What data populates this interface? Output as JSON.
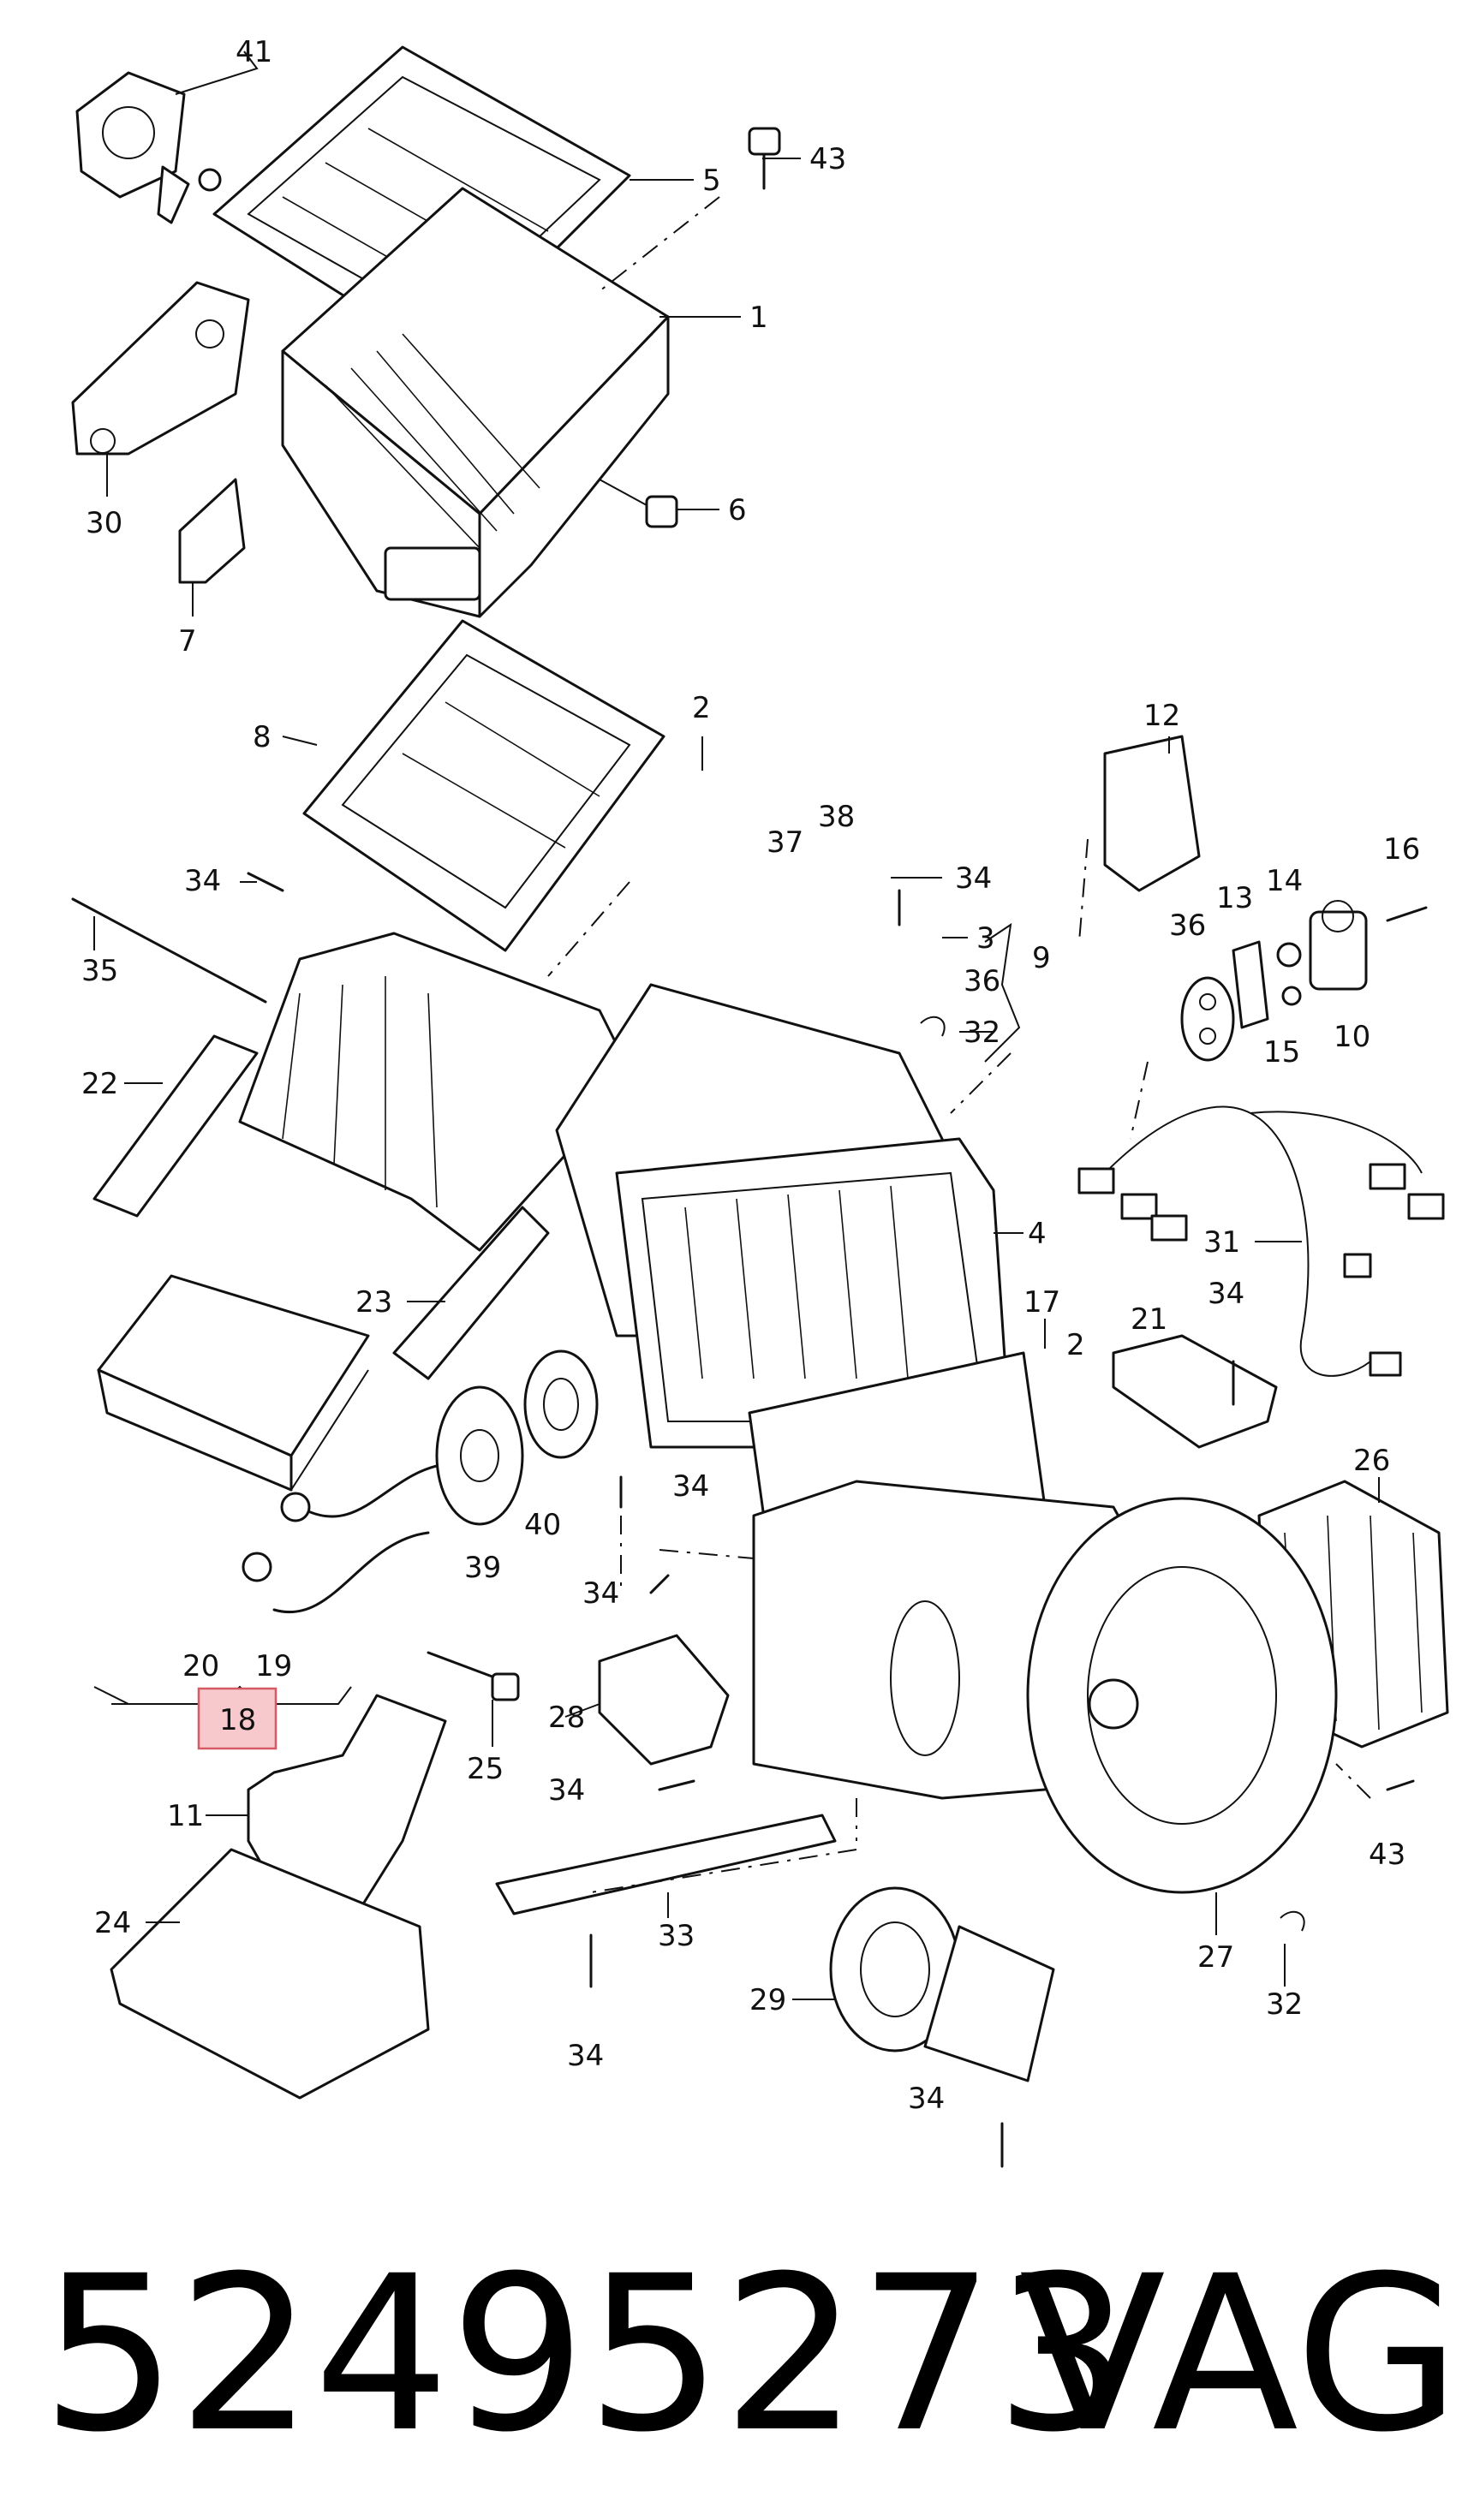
{
  "diagram": {
    "callouts": [
      "41",
      "5",
      "43",
      "1",
      "30",
      "6",
      "7",
      "8",
      "2",
      "34",
      "38",
      "37",
      "3",
      "9",
      "36",
      "35",
      "32",
      "12",
      "13",
      "14",
      "16",
      "10",
      "15",
      "22",
      "4",
      "31",
      "17",
      "23",
      "21",
      "26",
      "40",
      "39",
      "20",
      "19",
      "18",
      "25",
      "28",
      "11",
      "24",
      "33",
      "29",
      "27"
    ],
    "highlight": {
      "label": "18",
      "color": "#f7c9cc",
      "border": "#d65a64"
    }
  },
  "footer": {
    "part_number": "52495273",
    "brand": "VAG"
  }
}
